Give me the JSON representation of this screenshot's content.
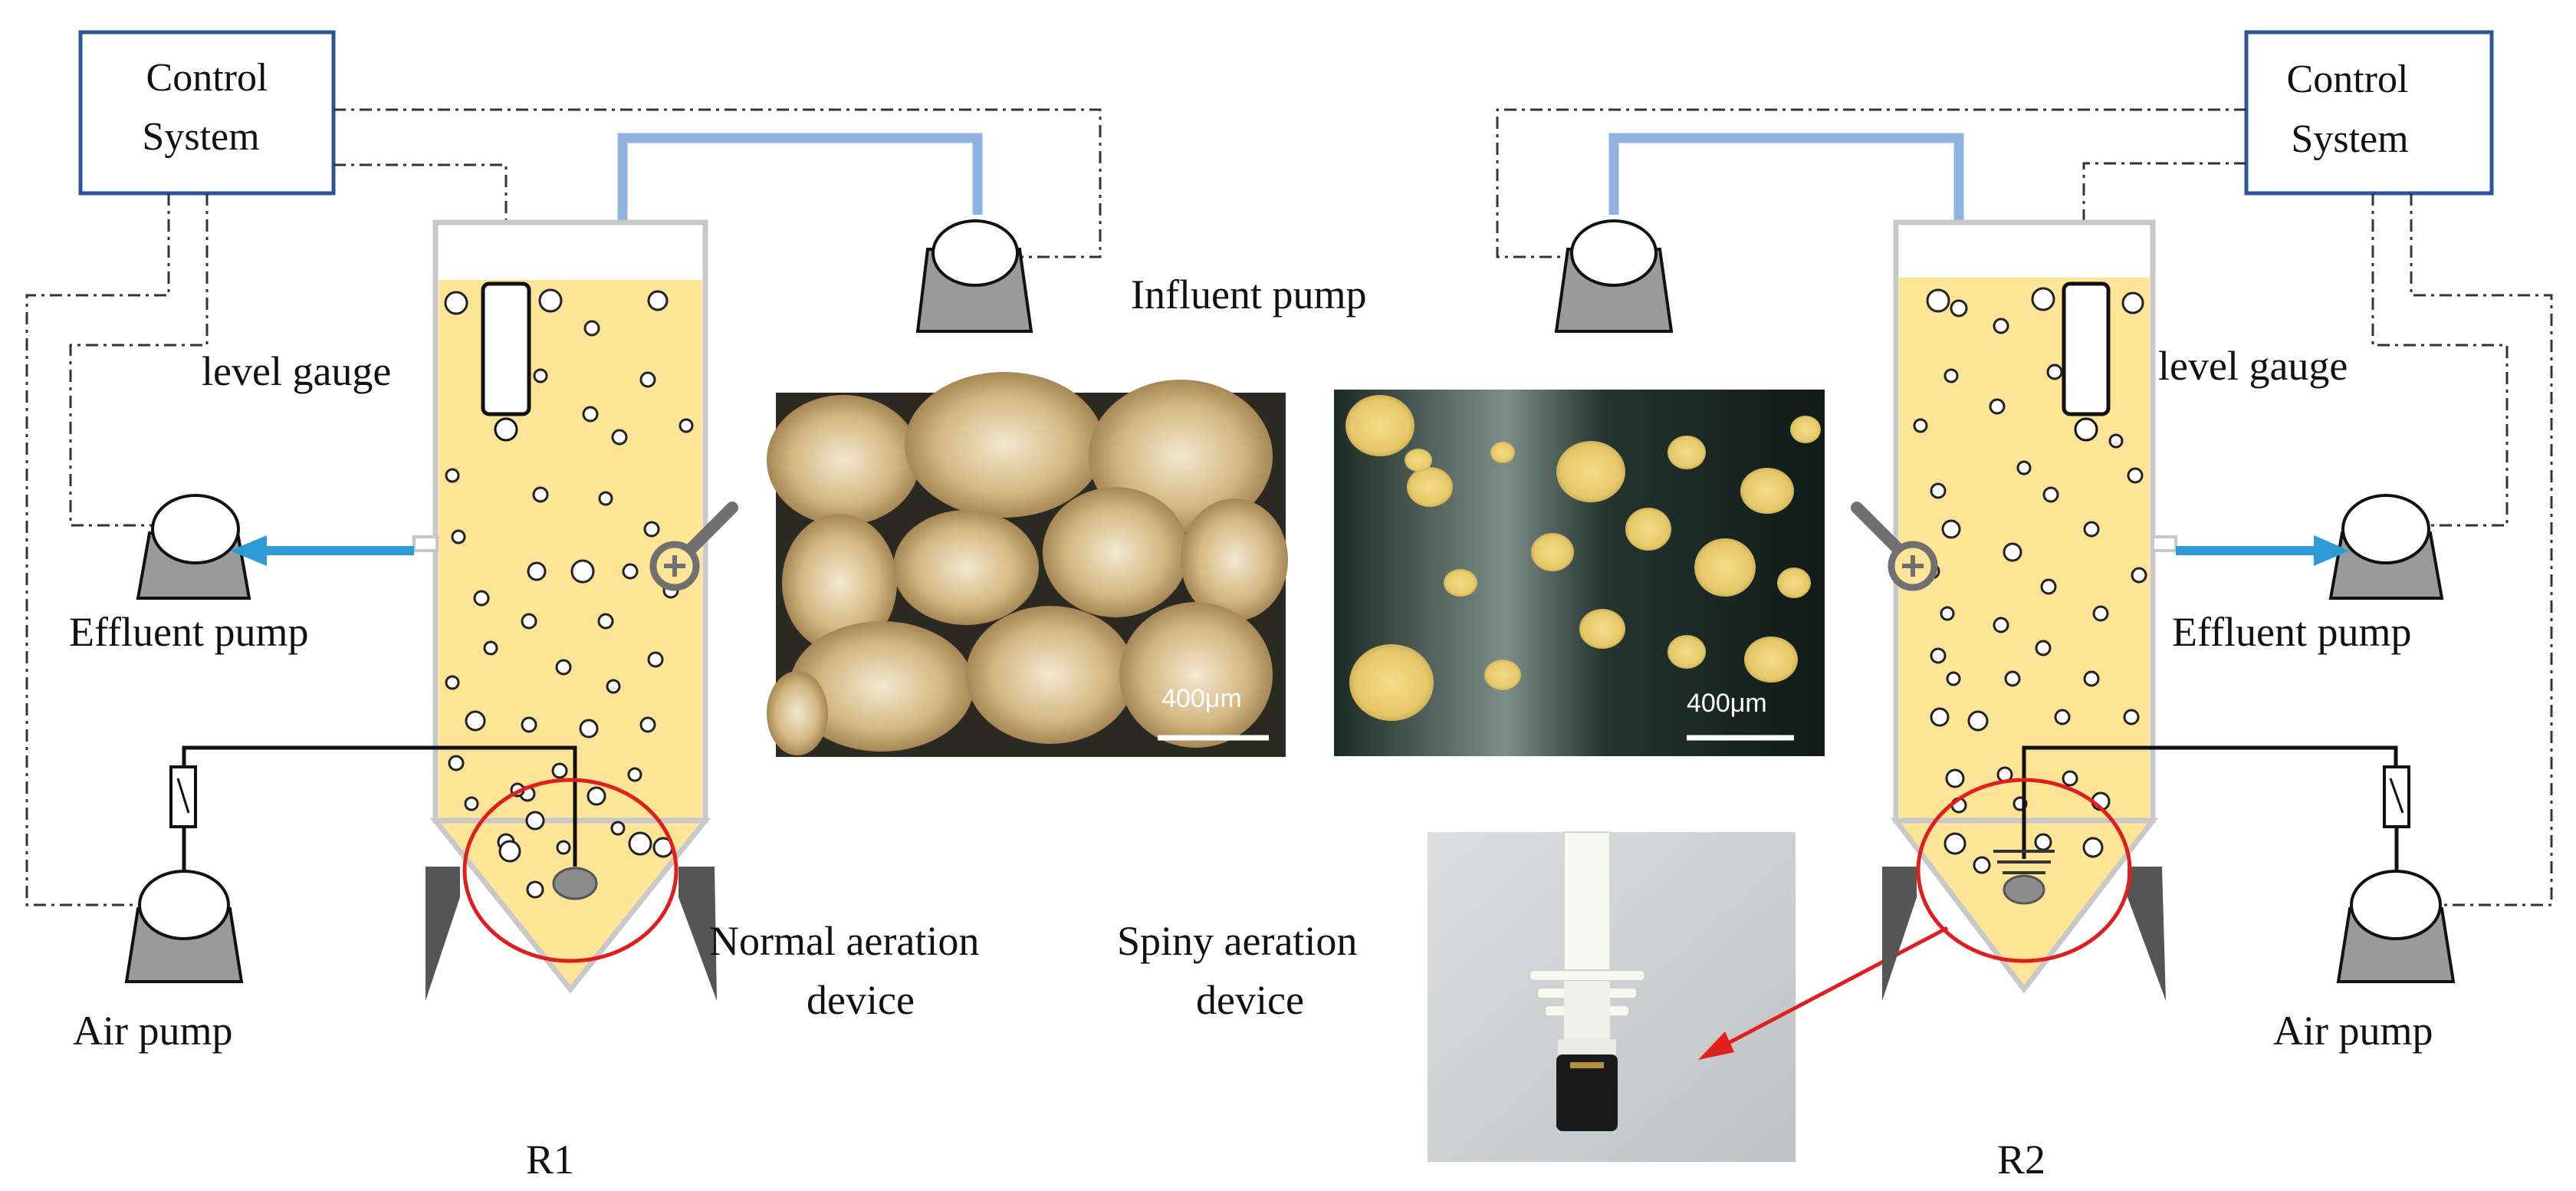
{
  "labels": {
    "control_system": [
      "Control",
      "System"
    ],
    "influent_pump": "Influent  pump",
    "level_gauge": "level  gauge",
    "effluent_pump": "Effluent  pump",
    "air_pump": "Air  pump",
    "normal_aeration": [
      "Normal aeration",
      "device"
    ],
    "spiny_aeration": [
      "Spiny aeration",
      "device"
    ],
    "reactor_1": "R1",
    "reactor_2": "R2",
    "scale_bar": "400μm"
  },
  "colors": {
    "liquid": "#fde497",
    "reactor_wall": "#c8c8c8",
    "influent_line": "#8fb4e3",
    "effluent_arrow": "#2e9ad6",
    "control_border": "#2e5597",
    "highlight_circle": "#e01e1e",
    "pump_base": "#9a9a9a"
  }
}
